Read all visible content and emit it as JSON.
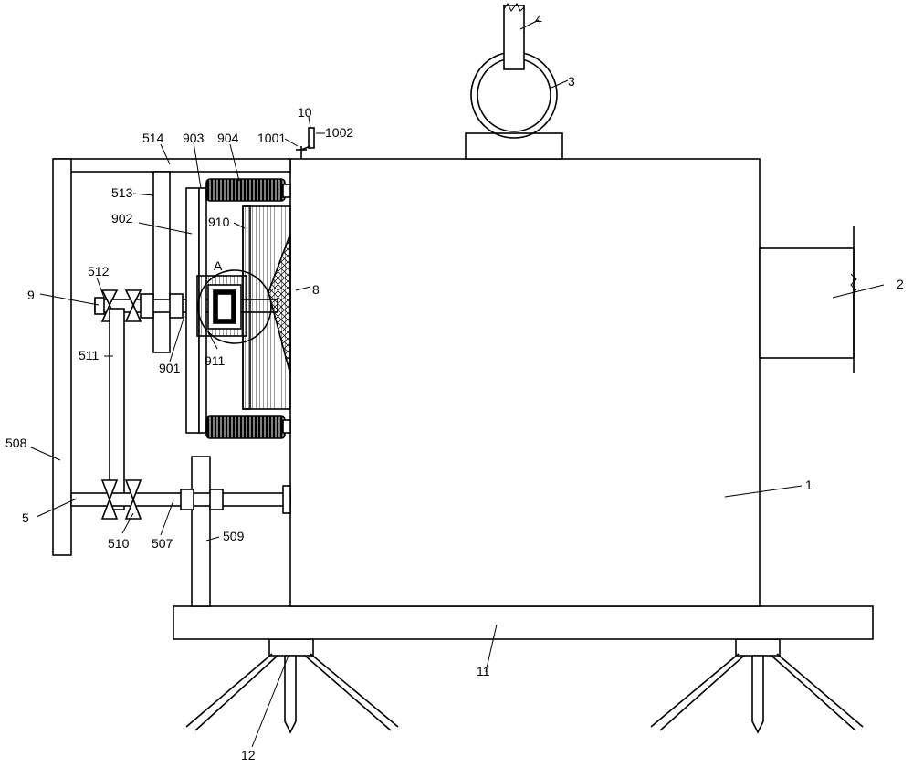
{
  "labels": {
    "l1": "1",
    "l2": "2",
    "l3": "3",
    "l4": "4",
    "l5": "5",
    "l8": "8",
    "l9": "9",
    "l10": "10",
    "l11": "11",
    "l12": "12",
    "l507": "507",
    "l508": "508",
    "l509": "509",
    "l510": "510",
    "l511": "511",
    "l512": "512",
    "l513": "513",
    "l514": "514",
    "l901": "901",
    "l902": "902",
    "l903": "903",
    "l904": "904",
    "l910": "910",
    "l911": "911",
    "l1001": "1001",
    "l1002": "1002",
    "lA": "A"
  }
}
